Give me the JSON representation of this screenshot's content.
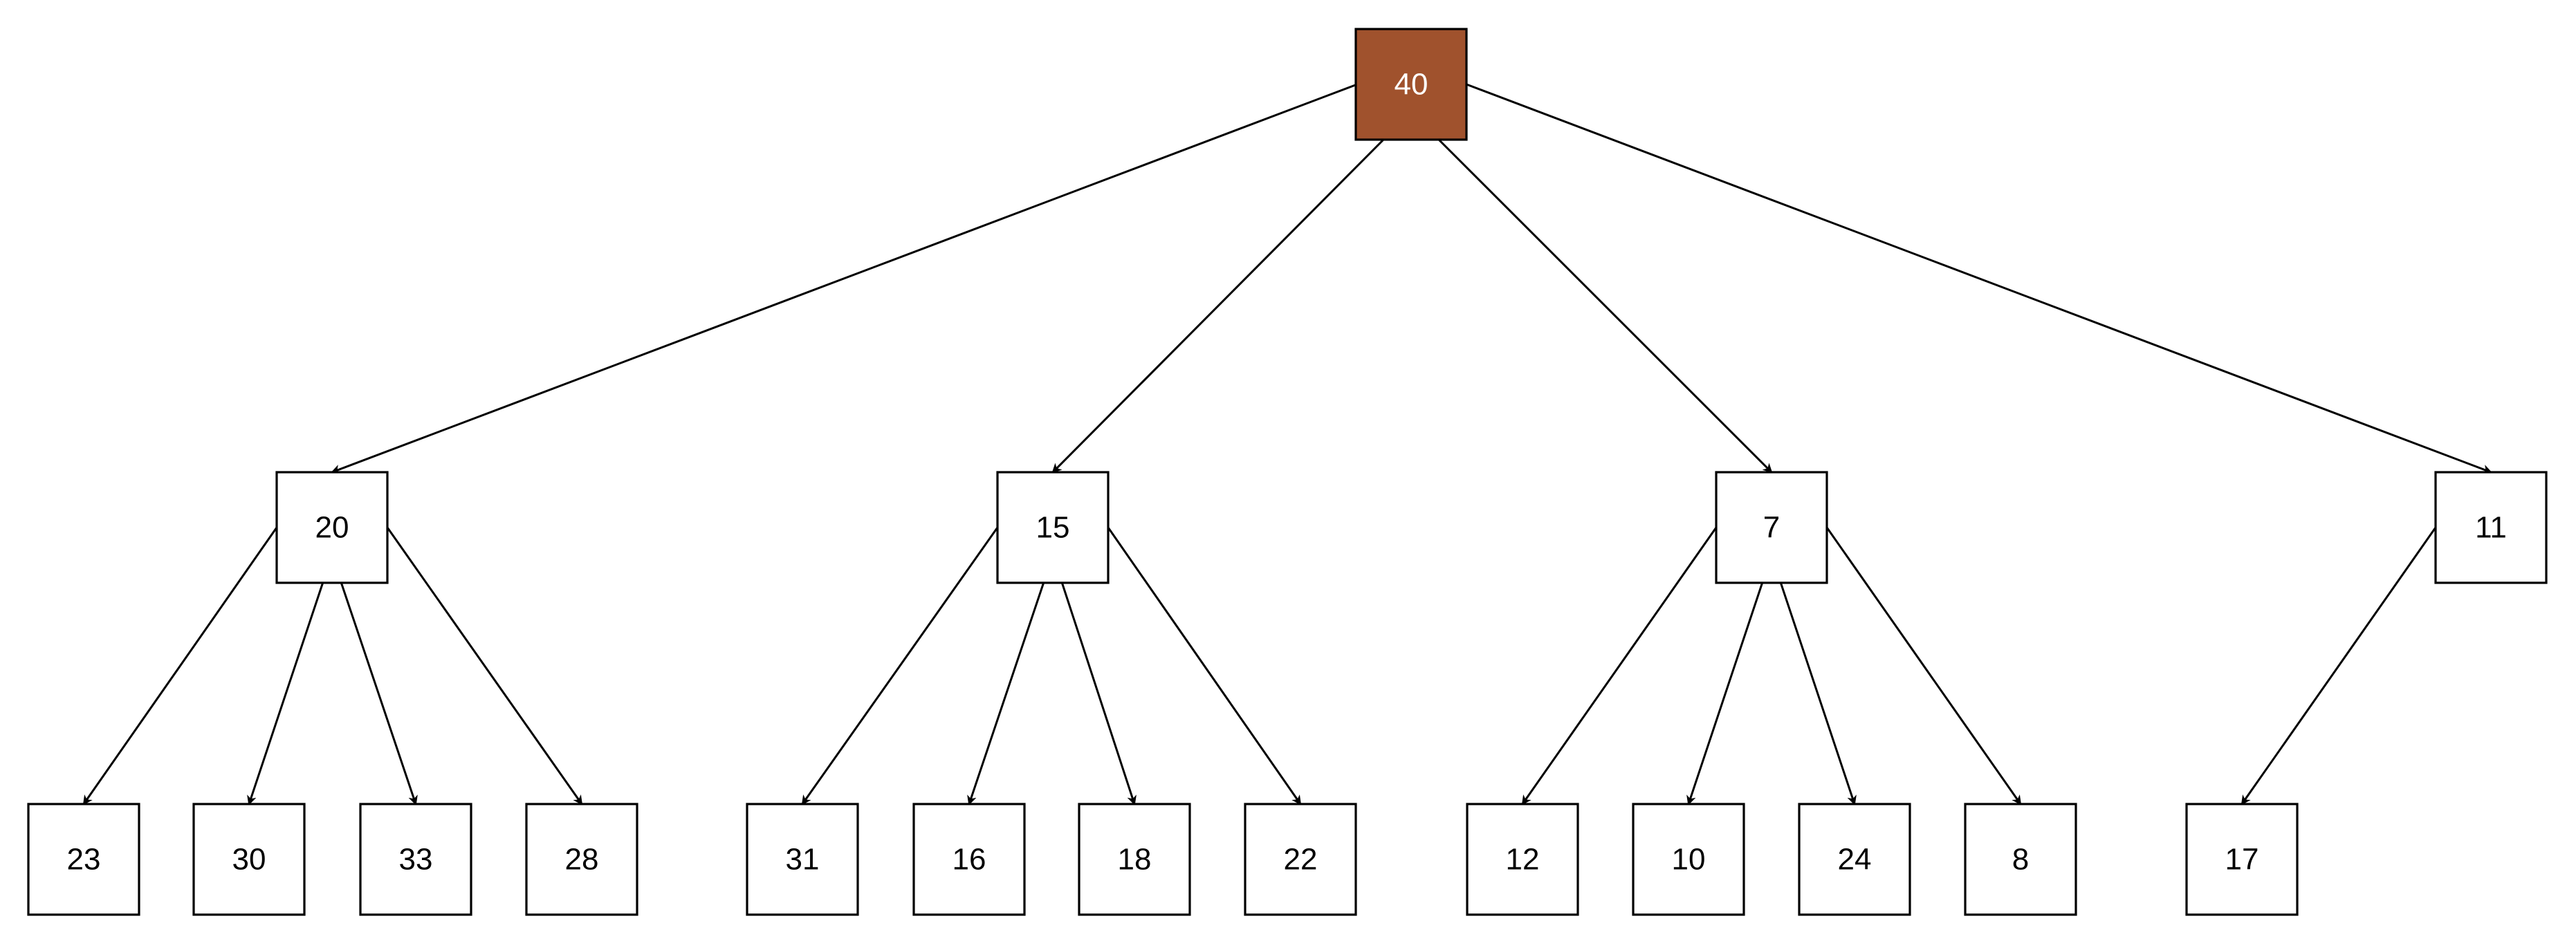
{
  "colors": {
    "root_fill": "#A0522D",
    "root_stroke": "#6D1F00",
    "root_text": "#FFFFFF",
    "node_fill": "#FFFFFF",
    "node_stroke": "#000000",
    "node_text": "#000000",
    "edge": "#000000"
  },
  "tree": {
    "root": {
      "label": "40",
      "children": [
        {
          "label": "20",
          "children": [
            {
              "label": "23"
            },
            {
              "label": "30"
            },
            {
              "label": "33"
            },
            {
              "label": "28"
            }
          ]
        },
        {
          "label": "15",
          "children": [
            {
              "label": "31"
            },
            {
              "label": "16"
            },
            {
              "label": "18"
            },
            {
              "label": "22"
            }
          ]
        },
        {
          "label": "7",
          "children": [
            {
              "label": "12"
            },
            {
              "label": "10"
            },
            {
              "label": "24"
            },
            {
              "label": "8"
            }
          ]
        },
        {
          "label": "11",
          "children": [
            {
              "label": "17"
            }
          ]
        }
      ]
    }
  }
}
